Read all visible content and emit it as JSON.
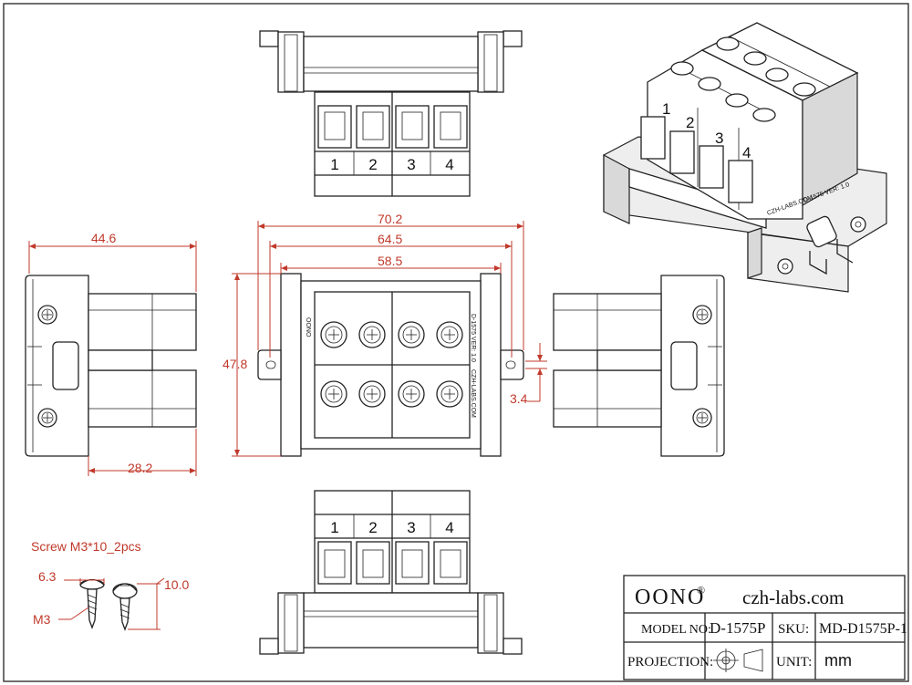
{
  "terminal_numbers": [
    "1",
    "2",
    "3",
    "4"
  ],
  "dimensions": {
    "overall_length": "70.2",
    "mount_pitch": "64.5",
    "rail_length": "58.5",
    "height": "47.8",
    "slot_width": "3.4",
    "side_depth": "44.6",
    "rail_depth": "28.2"
  },
  "screw": {
    "title": "Screw M3*10_2pcs",
    "head_dia": "6.3",
    "length": "10.0",
    "thread": "M3"
  },
  "top_view_marks": {
    "brand": "OONO",
    "line1": "D-1575  VER: 1.0",
    "line2": "CZH-LABS.COM"
  },
  "iso_marks": [
    "CZH-LABS.COM",
    "D-1575 VER: 1.0"
  ],
  "title_block": {
    "brand": "OONO",
    "reg": "®",
    "website": "czh-labs.com",
    "model_label": "MODEL NO:",
    "model_value": "D-1575P",
    "sku_label": "SKU:",
    "sku_value": "MD-D1575P-1",
    "projection_label": "PROJECTION:",
    "unit_label": "UNIT:",
    "unit_value": "mm"
  },
  "colors": {
    "dimension": "#c0392b",
    "line": "#222222"
  }
}
